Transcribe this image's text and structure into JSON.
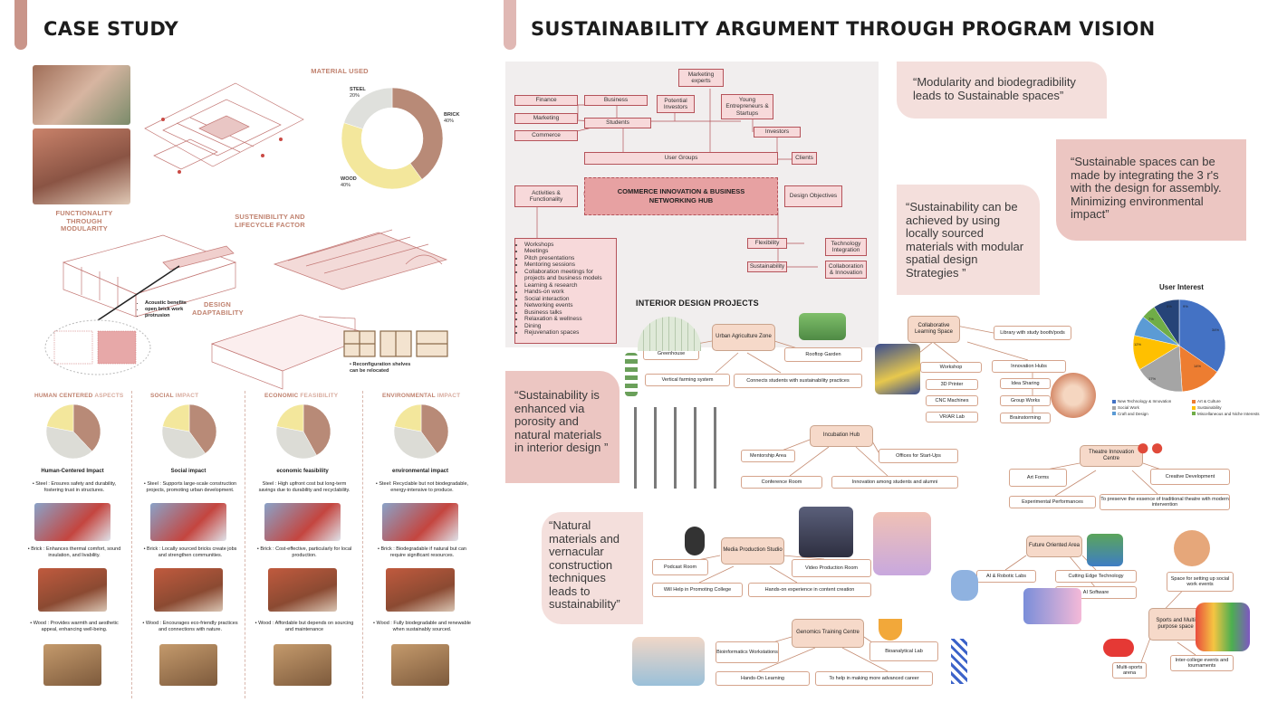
{
  "left": {
    "title": "CASE STUDY",
    "material": {
      "label": "MATERIAL USED",
      "steel": "STEEL",
      "steel_pct": "20%",
      "brick": "BRICK",
      "brick_pct": "40%",
      "wood": "WOOD",
      "wood_pct": "40%",
      "values": [
        40,
        40,
        20
      ],
      "colors": [
        "#b88a77",
        "#f3e79c",
        "#dfe0dc"
      ]
    },
    "functionality": "FUNCTIONALITY THROUGH MODULARITY",
    "sustainability": "SUSTENIBILITY AND LIFECYCLE FACTOR",
    "design": "DESIGN ADAPTABILITY",
    "bullets": [
      "Acoustic benefits",
      "open brick work",
      "protrusion"
    ],
    "reconfig": "Reconfiguration shelves can be relocated",
    "columns": [
      {
        "head_a": "HUMAN CENTERED ",
        "head_b": "ASPECTS",
        "title": "Human-Centered Impact",
        "steel": "• Steel : Ensures safety and durability, fostering trust in structures.",
        "brick": "• Brick : Enhances thermal comfort, sound insulation, and livability.",
        "wood": "• Wood : Provides warmth and aesthetic appeal, enhancing well-being."
      },
      {
        "head_a": "SOCIAL ",
        "head_b": "IMPACT",
        "title": "Social  impact",
        "steel": "• Steel : Supports large-scale construction projects, promoting urban development.",
        "brick": "• Brick : Locally sourced bricks create jobs and strengthen communities.",
        "wood": "• Wood : Encourages eco-friendly practices and connections with nature."
      },
      {
        "head_a": "ECONOMIC ",
        "head_b": "FEASIBILITY",
        "title": "economic feasibility",
        "steel": "Steel : High upfront cost but long-term savings due to durability and recyclability.",
        "brick": "• Brick : Cost-effective, particularly for local production.",
        "wood": "• Wood : Affordable but depends on sourcing and maintenance"
      },
      {
        "head_a": "ENVIRONMENTAL ",
        "head_b": "IMPACT",
        "title": "environmental impact",
        "steel": "• Steel: Recyclable but not biodegradable, energy-intensive to produce.",
        "brick": "• Brick : Biodegradable if natural but can require significant resources.",
        "wood": "• Wood : Fully biodegradable and renewable when sustainably sourced."
      }
    ]
  },
  "right": {
    "title": "SUSTAINABILITY ARGUMENT THROUGH PROGRAM VISION",
    "quotes": {
      "q1": "“Modularity and biodegradibility leads to Sustainable spaces”",
      "q2": "“Sustainable spaces can be made by integrating the 3 r's with the design for assembly. Minimizing environmental impact”",
      "q3": "“Sustainability can be achieved by using locally sourced materials with modular spatial design Strategies ”",
      "q4": "“Sustainability is enhanced via porosity and natural materials in interior design ”",
      "q5": "“Natural materials and vernacular construction techniques leads to sustainability”"
    },
    "diagram": {
      "marketing_experts": "Marketing experts",
      "finance": "Finance",
      "business": "Business",
      "potential_investors": "Potential Investors",
      "young_entrepreneurs": "Young Entrepreneurs & Startups",
      "marketing": "Marketing",
      "students": "Students",
      "investors": "Investors",
      "commerce": "Commerce",
      "user_groups": "User Groups",
      "clients": "Clients",
      "activities": "Activities & Functionality",
      "hub": "COMMERCE INNOVATION & BUSINESS NETWORKING HUB",
      "design_obj": "Design Objectives",
      "flexibility": "Flexibility",
      "tech_integration": "Technology Integration",
      "sustainability": "Sustainability",
      "collab_innov": "Collaboration & Innovation",
      "activities_list": [
        "Workshops",
        "Meetings",
        "Pitch presentations",
        "Mentoring sessions",
        "Collaboration meetings for projects and business models",
        "Learning & research",
        "Hands-on work",
        "Social interaction",
        "Networking events",
        "Business talks",
        "Relaxation & wellness",
        "Dining",
        "Rejuvenation spaces"
      ]
    },
    "interior_title": "INTERIOR DESIGN PROJECTS",
    "user_interest": {
      "title": "User Interest",
      "values": [
        34,
        14,
        17,
        12,
        7,
        5,
        9
      ],
      "value_labels": [
        "34%",
        "14%",
        "17%",
        "12%",
        "7%",
        "5%",
        "9%"
      ],
      "colors": [
        "#4472c4",
        "#ed7d31",
        "#a5a5a5",
        "#ffc000",
        "#5b9bd5",
        "#70ad47",
        "#264478"
      ],
      "legend": [
        "New Technology & Innovation",
        "Art & Culture",
        "Social Work",
        "Sustainability",
        "Craft and Design",
        "Miscellaneous and Niche Interests"
      ]
    },
    "projects": {
      "agri": {
        "title": "Urban Agriculture Zone",
        "a": "Greenhouse",
        "b": "Rooftop Garden",
        "c": "Vertical farming system",
        "d": "Connects students with sustainability practices"
      },
      "learn": {
        "title": "Collaborative Learning Space",
        "a": "Library with study booth/pods",
        "b": "Workshop",
        "c": "3D Printer",
        "d": "CNC Machines",
        "e": "VR/AR Lab",
        "f": "Innovation Hubs",
        "g": "Idea Sharing",
        "h": "Group Works",
        "i": "Brainstorming"
      },
      "incub": {
        "title": "Incubation Hub",
        "a": "Mentorship Area",
        "b": "Offices for Start-Ups",
        "c": "Conference Room",
        "d": "Innovation among students and alumni"
      },
      "theatre": {
        "title": "Theatre Innovation Centre",
        "a": "Art Forms",
        "b": "Creative Development",
        "c": "Experimental Performances",
        "d": "To preserve the essence of traditional theatre with modern intervention"
      },
      "media": {
        "title": "Media Production Studio",
        "a": "Podcast Room",
        "b": "Video Production Room",
        "c": "Will Help in Promoting College",
        "d": "Hands-on experience in content creation"
      },
      "future": {
        "title": "Future Oriented Area",
        "a": "AI & Robotic Labs",
        "b": "Cutting Edge Technology",
        "c": "AI Software"
      },
      "sports": {
        "title": "Sports and Multi purpose space",
        "a": "Space for setting up social work events",
        "b": "Inter-college events and tournaments",
        "c": "Multi-sports arena"
      },
      "genomics": {
        "title": "Genomics Training Centre",
        "a": "Bioinformatics Workstations",
        "b": "Bioanalytical Lab",
        "c": "Hands-On Learning",
        "d": "To help in making more advanced career"
      }
    }
  }
}
